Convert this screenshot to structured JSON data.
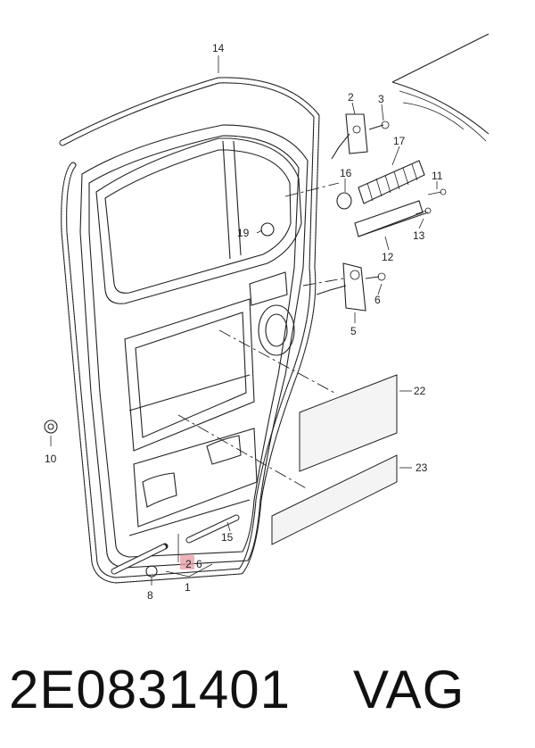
{
  "callouts": {
    "c14": "14",
    "c2a": "2",
    "c3": "3",
    "c17": "17",
    "c16": "16",
    "c11": "11",
    "c19": "19",
    "c13": "13",
    "c12": "12",
    "c6": "6",
    "c5": "5",
    "c22": "22",
    "c23": "23",
    "c10": "10",
    "c15": "15",
    "c8": "8",
    "c26a": "2",
    "c26b": "6",
    "c1": "1"
  },
  "caption": {
    "part_number": "2E0831401",
    "brand": "VAG"
  },
  "highlight_color": "#e89aa0"
}
